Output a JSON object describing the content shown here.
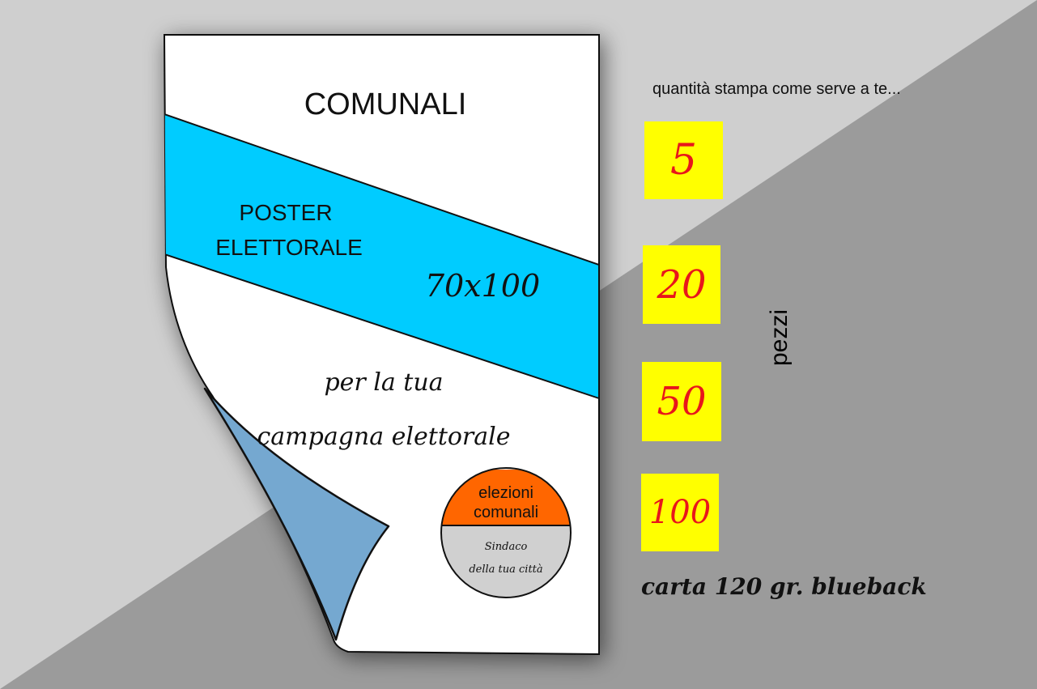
{
  "poster": {
    "heading": "COMUNALI",
    "band_title_line1": "POSTER",
    "band_title_line2": "ELETTORALE",
    "size": "70x100",
    "subtitle_line1": "per la tua",
    "subtitle_line2": "campagna elettorale",
    "badge_top_line1": "elezioni",
    "badge_top_line2": "comunali",
    "badge_bottom_line1": "Sindaco",
    "badge_bottom_line2": "della tua città"
  },
  "quantities": {
    "tagline": "quantità stampa come serve a te...",
    "options": [
      "5",
      "20",
      "50",
      "100"
    ],
    "unit": "pezzi"
  },
  "paper_note": "carta 120 gr. blueback",
  "colors": {
    "background_light": "#cfcfcf",
    "background_dark": "#9b9b9b",
    "band": "#00ccff",
    "curl": "#75a8d0",
    "badge_orange": "#ff6600",
    "badge_grey": "#d0d0d0",
    "qty_box": "#ffff00",
    "qty_text": "#e8161b"
  }
}
